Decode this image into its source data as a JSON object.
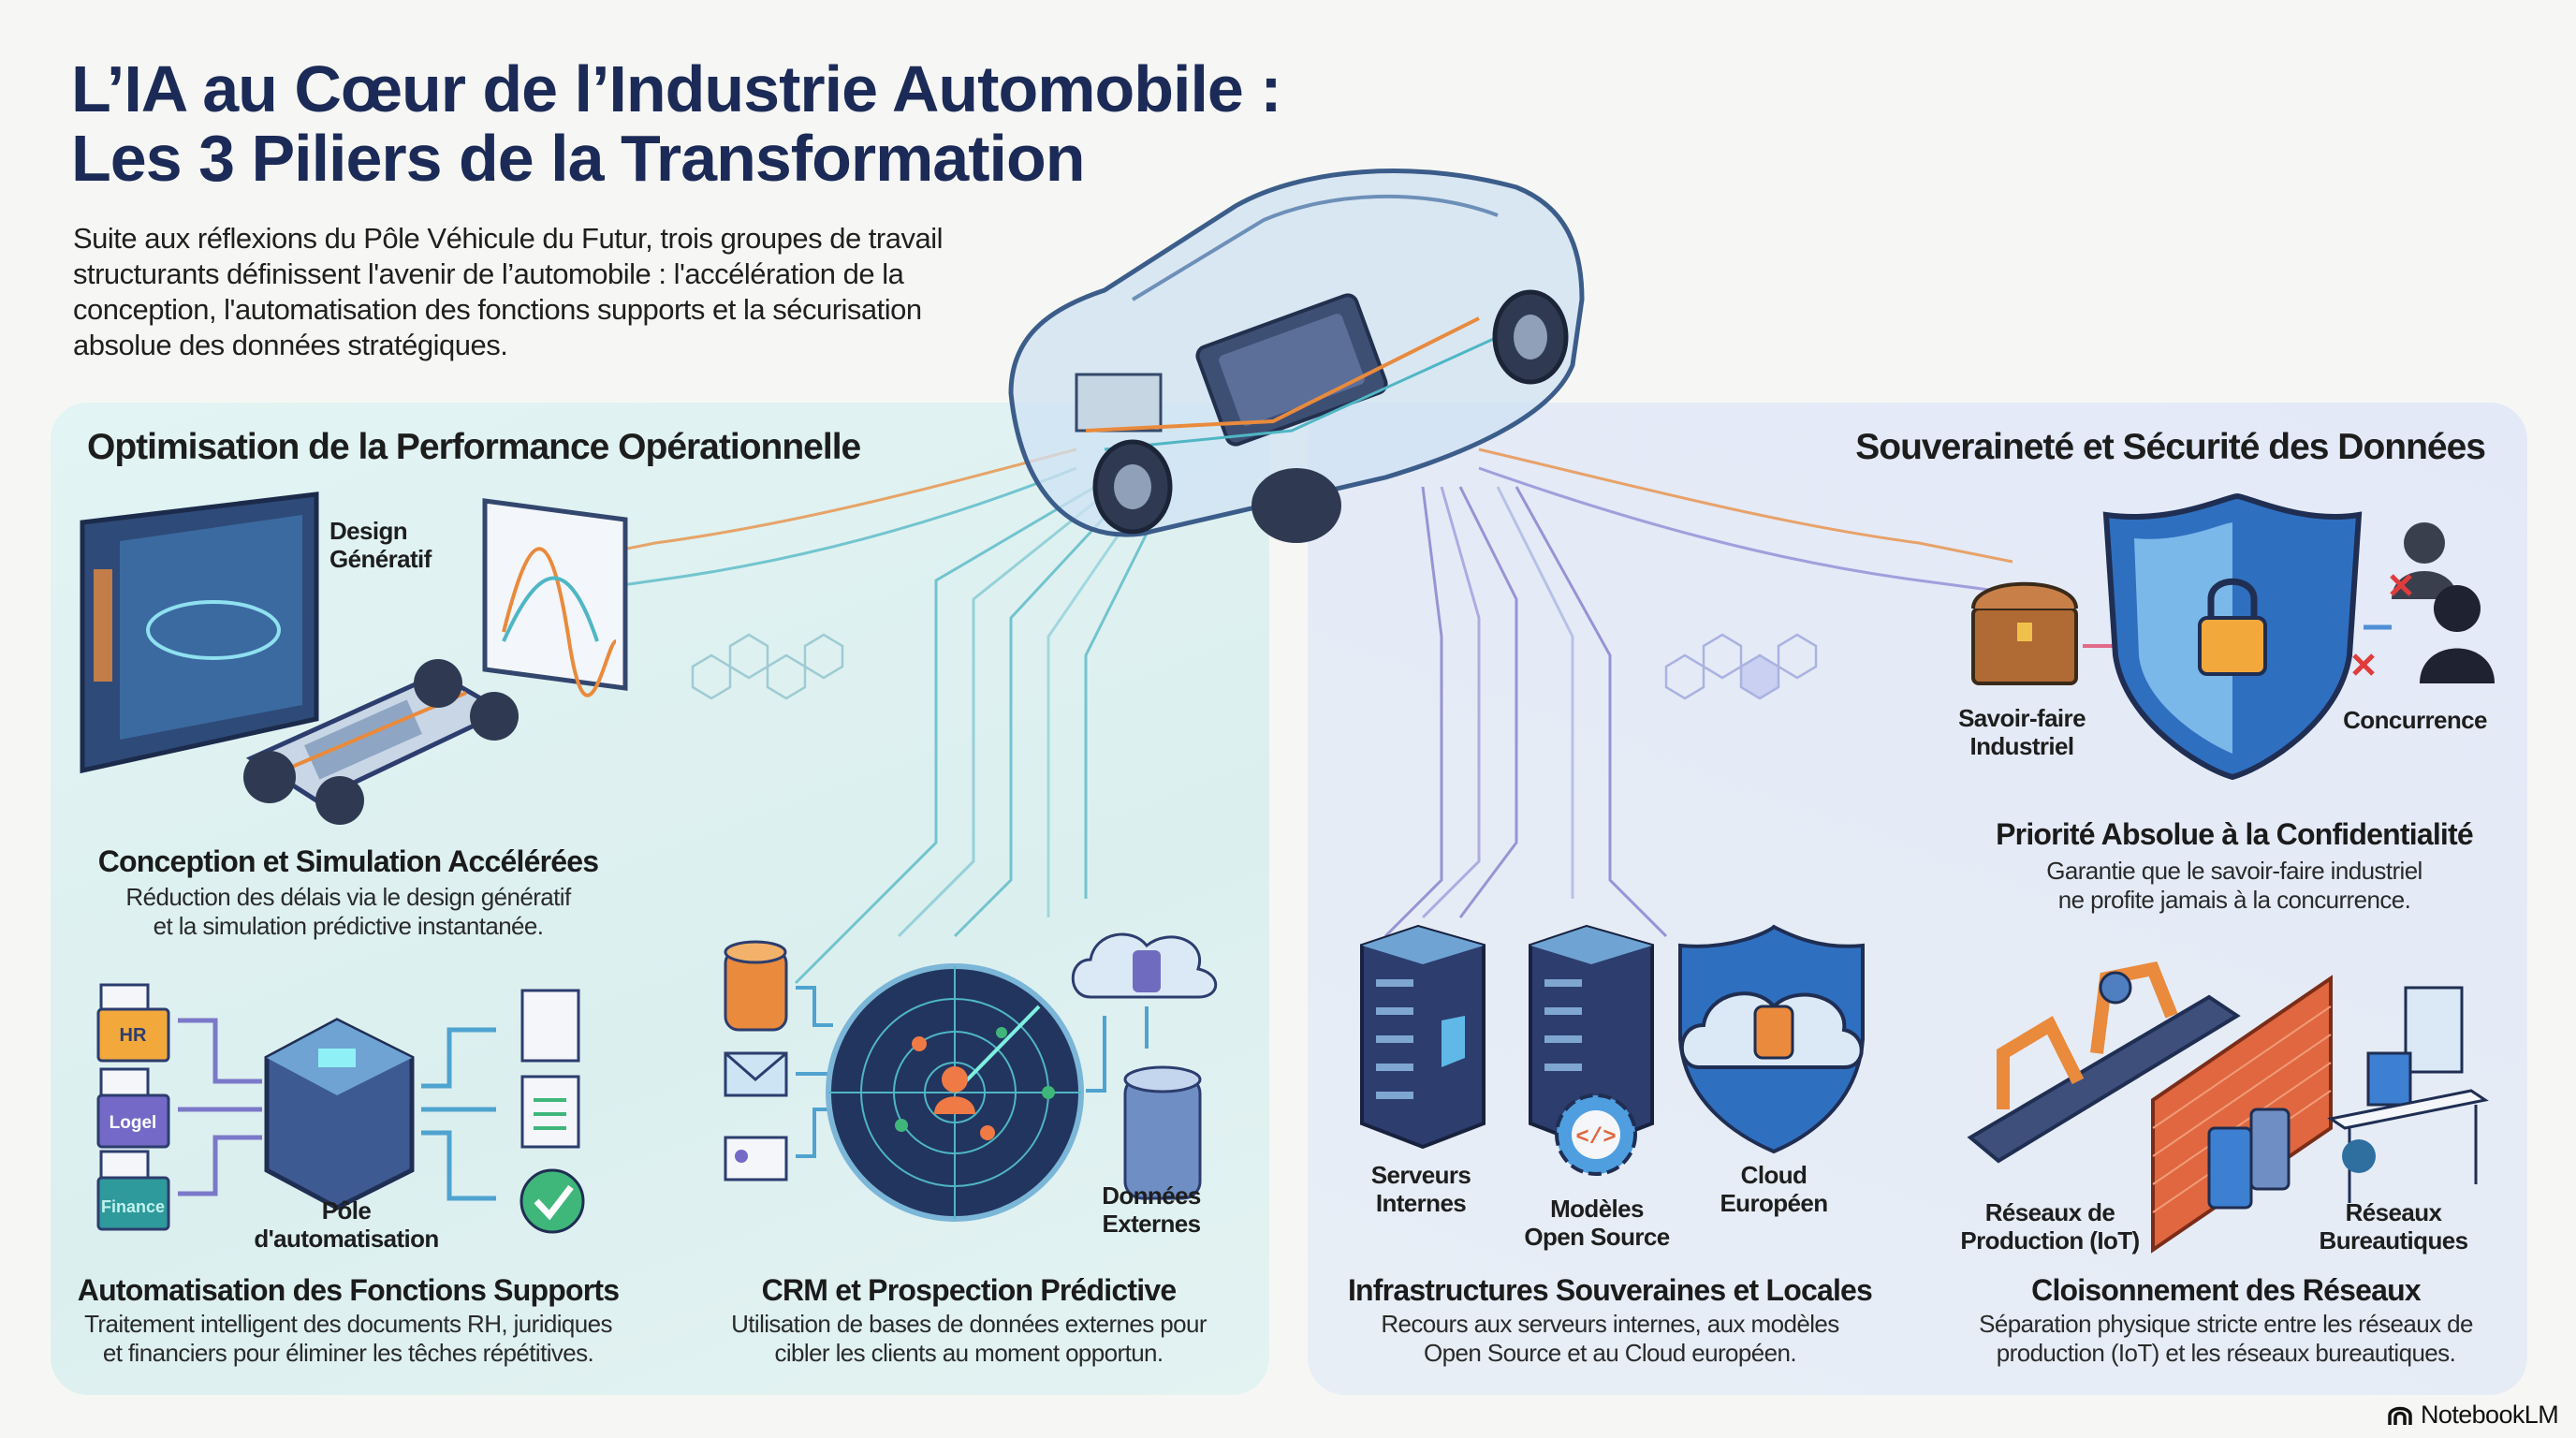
{
  "header": {
    "title_line1": "L’IA au Cœur de l’Industrie Automobile :",
    "title_line2": "Les 3 Piliers de la Transformation",
    "intro": "Suite aux réflexions du Pôle Véhicule du Futur, trois groupes de travail structurants définissent l'avenir de l’automobile : l'accélération de la conception, l'automatisation des fonctions supports et la sécurisation absolue des données stratégiques."
  },
  "left_panel": {
    "title": "Optimisation de la Performance Opérationnelle",
    "design_label": [
      "Design",
      "Génératif"
    ],
    "conception": {
      "heading": "Conception et Simulation Accélérées",
      "desc": [
        "Réduction des délais via le design génératif",
        "et la simulation prédictive instantanée."
      ]
    },
    "files": [
      "HR",
      "Logel",
      "Finance"
    ],
    "hub_label": [
      "Pôle",
      "d'automatisation"
    ],
    "automation": {
      "heading": "Automatisation des Fonctions Supports",
      "desc": [
        "Traitement intelligent des documents RH, juridiques",
        "et financiers pour éliminer les têches répétitives."
      ]
    },
    "external_label": [
      "Données",
      "Externes"
    ],
    "crm": {
      "heading": "CRM et Prospection Prédictive",
      "desc": [
        "Utilisation de bases de données externes pour",
        "cibler les clients au moment opportun."
      ]
    }
  },
  "right_panel": {
    "title": "Souveraineté et Sécurité des Données",
    "savoir_label": [
      "Savoir-faire",
      "Industriel"
    ],
    "concurrence_label": "Concurrence",
    "confidentiality": {
      "heading": "Priorité Absolue à la Confidentialité",
      "desc": [
        "Garantie que le savoir-faire industriel",
        "ne profite jamais à la concurrence."
      ]
    },
    "servers_label": [
      "Serveurs",
      "Internes"
    ],
    "opensource_label": [
      "Modèles",
      "Open Source"
    ],
    "cloud_label": [
      "Cloud",
      "Européen"
    ],
    "infra": {
      "heading": "Infrastructures Souveraines et Locales",
      "desc": [
        "Recours aux serveurs internes, aux modèles",
        "Open Source et au Cloud européen."
      ]
    },
    "production_label": [
      "Réseaux de",
      "Production (IoT)"
    ],
    "office_label": [
      "Réseaux",
      "Bureautiques"
    ],
    "segmentation": {
      "heading": "Cloisonnement des Réseaux",
      "desc": [
        "Séparation physique stricte entre les réseaux de",
        "production (IoT) et les réseaux bureautiques."
      ]
    }
  },
  "footer": {
    "brand": "NotebookLM"
  },
  "colors": {
    "title": "#1c2a57",
    "orange": "#e98a3c",
    "teal": "#4fb6c4",
    "purple": "#7b78c9",
    "navy": "#2c3d6e",
    "brick": "#e0673f",
    "green": "#3fb67a"
  }
}
